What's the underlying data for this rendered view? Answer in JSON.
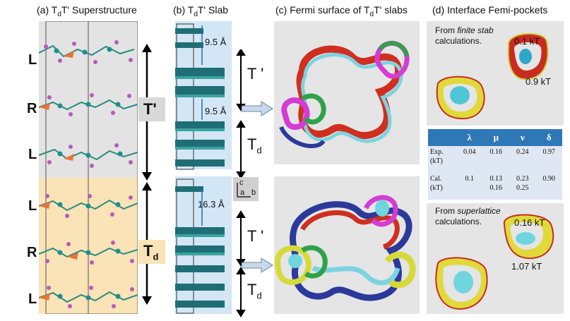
{
  "panel_a": {
    "title": "(a) T",
    "title_sub": "d",
    "title_rest": "T' Superstructure",
    "layer_labels": [
      "L",
      "R",
      "L",
      "L",
      "R",
      "L"
    ],
    "phase_top": "T'",
    "phase_bottom": "T",
    "phase_bottom_sub": "d"
  },
  "panel_b": {
    "title": "(b) T",
    "title_sub": "d",
    "title_rest": "T' Slab",
    "distances": [
      "9.5 Å",
      "9.5 Å",
      "16.3 Å"
    ],
    "tprime_label": "T '",
    "td_label": "T",
    "td_sub": "d",
    "axes": {
      "c": "c",
      "a": "a",
      "b": "b"
    }
  },
  "panel_c": {
    "title": "(c)  Fermi surface of T",
    "title_sub": "d",
    "title_rest": "T' slabs"
  },
  "panel_d": {
    "title": "(d)  Interface Femi-pockets",
    "finite_note_1": "From ",
    "finite_note_em": "finite stab",
    "finite_note_2": "calculations.",
    "finite_labels": [
      "0.1 kT",
      "0.9 kT"
    ],
    "super_note_1": "From ",
    "super_note_em": "superlattice",
    "super_note_2": "calculations.",
    "super_labels": [
      "0.16 kT",
      "1.07 kT"
    ],
    "table": {
      "headers": [
        "",
        "λ",
        "μ",
        "ν",
        "δ"
      ],
      "rows": [
        {
          "label": "Exp. (kT)",
          "values": [
            "0.04",
            "0.16",
            "0.24",
            "0.97"
          ]
        },
        {
          "label": "Cal. (kT)",
          "values": [
            "0.1",
            "0.13\n0.16",
            "0.23\n0.25",
            "0.90"
          ]
        }
      ]
    }
  },
  "colors": {
    "panel_bg": "#e5e5e5",
    "td_bg": "#fbe3b8",
    "slab_bg": "#cfe3f3",
    "table_header": "#2f78b7",
    "table_cell": "#dfe7f2"
  }
}
